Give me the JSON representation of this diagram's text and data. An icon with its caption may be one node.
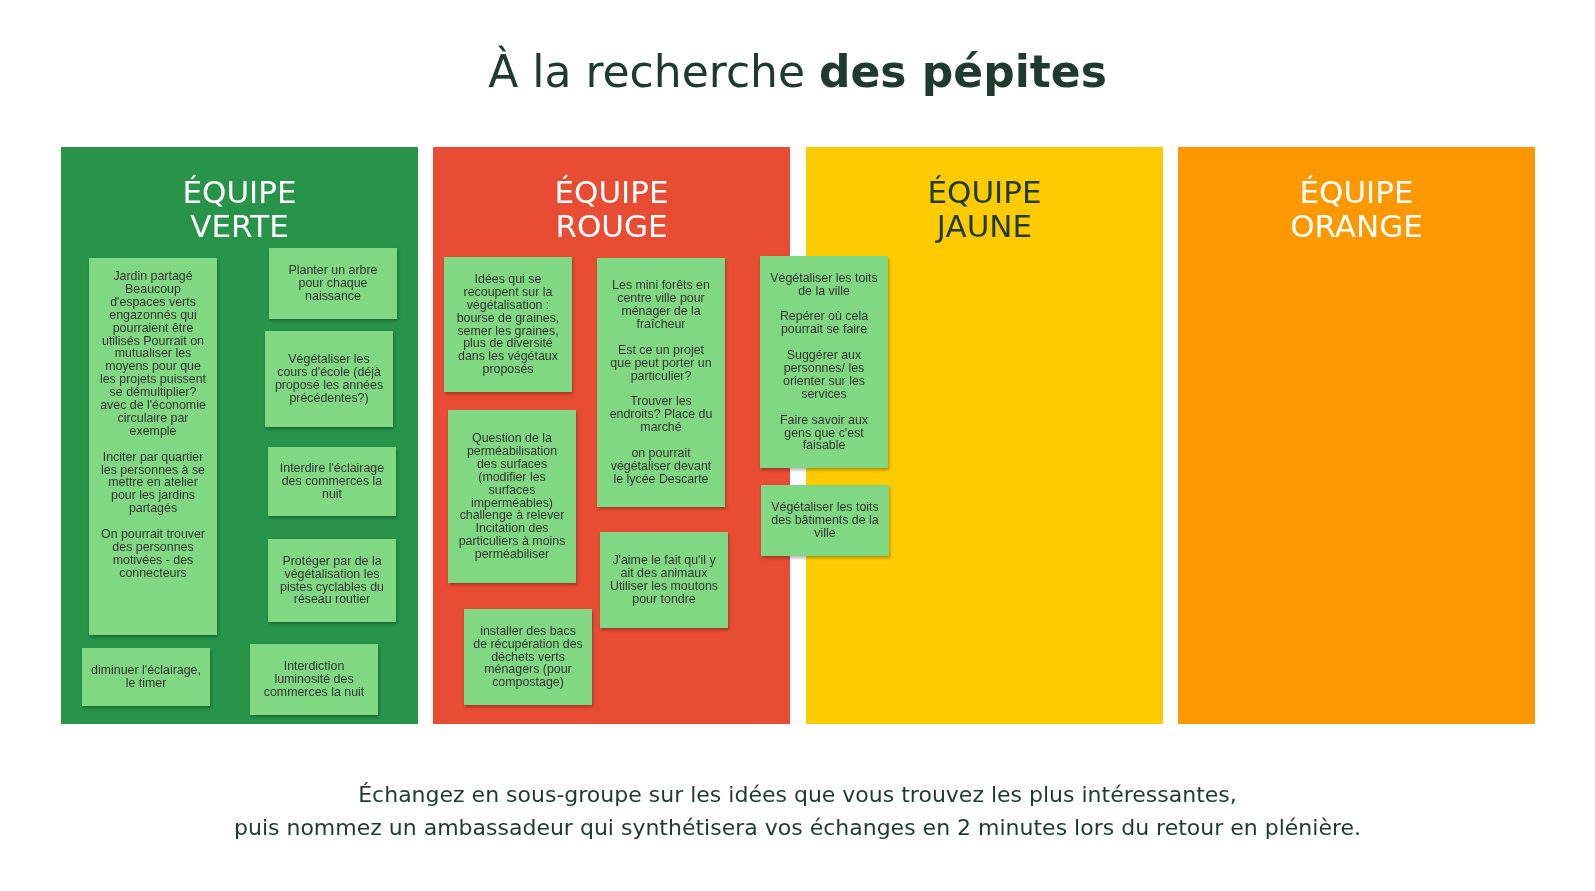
{
  "diagram": {
    "title": "À la recherche **des pépites**",
    "nodes": [
      {
        "text": [
          "ÉQUIPE VERTE"
        ]
      },
      {
        "text": [
          "ÉQUIPE ROUGE"
        ]
      },
      {
        "text": [
          "ÉQUIPE JAUNE"
        ]
      },
      {
        "text": [
          "ÉQUIPE ORANGE"
        ]
      },
      {
        "text": [
          "Jardin partagé Beaucoup d'espaces verts engazonnés qui pourraient être utilisés Pourrait on mutualiser les moyens pour que les projets puissent se démultiplier?avec de l'économie circulaire par exemple",
          "Inciter par quartier les personnes à se mettre en atelier pour les jardins partagés",
          "On pourrait trouver des personnes motivées - des connecteurs"
        ],
        "in": 0
      },
      {
        "text": [
          "Planter un arbre pour chaque naissance"
        ],
        "in": 0
      },
      {
        "text": [
          "Végétaliser les cours d'école (déjà proposé les années précédentes?)"
        ],
        "in": 0
      },
      {
        "text": [
          "Interdire l'éclairage des commerces la nuit"
        ],
        "in": 0
      },
      {
        "text": [
          "Protéger par de la végétalisation les pistes cyclables du réseau routier"
        ],
        "in": 0
      },
      {
        "text": [
          "diminuer l'éclairage, le timer"
        ],
        "in": 0
      },
      {
        "text": [
          "Interdiction luminosité des commerces la nuit"
        ],
        "in": 0
      },
      {
        "text": [
          "Idées qui se recoupent sur la végétalisation : bourse de graines, semer les graines, plus de diversité dans les végétaux proposés"
        ],
        "in": 1
      },
      {
        "text": [
          "Les mini forêts en centre ville pour ménager de la fraîcheur",
          "Est ce un projet que peut porter un particulier?",
          "Trouver les endroits? Place du marché",
          "on pourrait végétaliser devant le lycée Descarte"
        ],
        "in": 1
      },
      {
        "text": [
          "Question de la perméabilisation des surfaces (modifier les surfaces imperméables) challenge à relever Incitation des particuliers à moins perméabiliser"
        ],
        "in": 1
      },
      {
        "text": [
          "J'aime le fait qu'il y ait des animaux Utiliser les moutons pour tondre"
        ],
        "in": 1
      },
      {
        "text": [
          "installer des bacs de récupération des déchets verts ménagers (pour compostage)"
        ],
        "in": 1
      },
      {
        "text": [
          "Végétaliser les toits de la ville",
          "Repérer où cela pourrait se faire",
          "Suggérer aux personnes/ les orienter sur les services",
          "Faire savoir aux gens que c'est faisable"
        ]
      },
      {
        "text": [
          "Végétaliser les toits des bâtiments de la ville"
        ]
      }
    ],
    "labels": [
      "Échangez en sous-groupe sur les idées que vous trouvez les plus intéressantes,",
      "puis nommez un ambassadeur qui synthétisera vos échanges en 2 minutes lors du retour en plénière."
    ]
  }
}
